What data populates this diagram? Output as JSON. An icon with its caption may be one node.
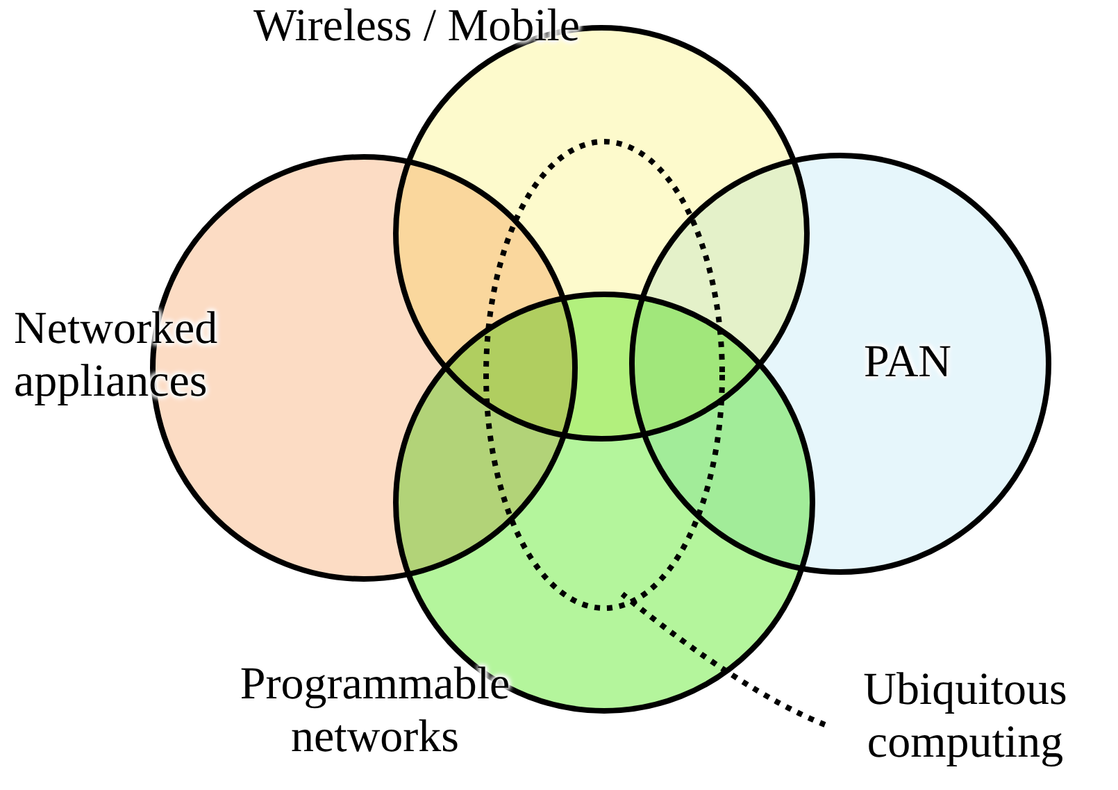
{
  "diagram": {
    "nodes": [
      {
        "text": [
          "Wireless / Mobile"
        ]
      },
      {
        "text": [
          "Networked appliances"
        ]
      },
      {
        "text": [
          "PAN"
        ]
      },
      {
        "text": [],
        "shape": "ellipse"
      },
      {
        "text": [
          "Programmable networks"
        ]
      },
      {
        "text": [
          "Ubiquitous computing"
        ]
      }
    ],
    "edges": [
      {
        "from": 5,
        "to": 3,
        "arrow": "none",
        "style": "dashed"
      }
    ]
  }
}
